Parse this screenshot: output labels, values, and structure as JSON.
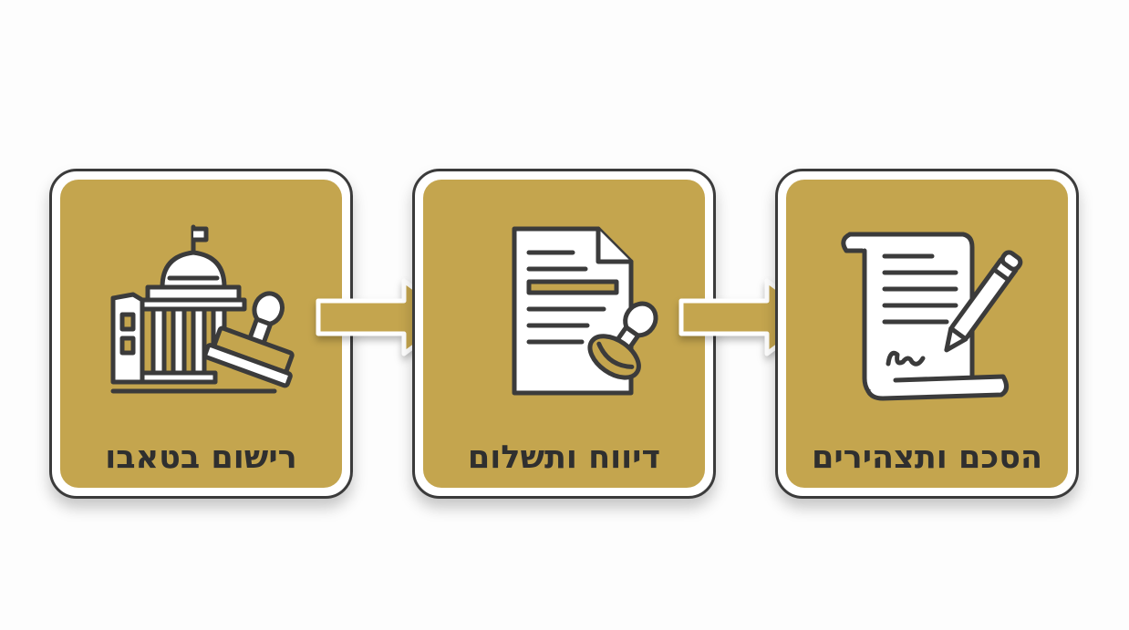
{
  "steps": [
    {
      "label": "הסכם ותצהירים",
      "icon": "signed-contract-scroll-icon"
    },
    {
      "label": "דיווח ותשלום",
      "icon": "stamped-document-icon"
    },
    {
      "label": "רישום בטאבו",
      "icon": "land-registry-building-stamp-icon"
    }
  ],
  "arrows": [
    {
      "icon": "arrow-right-icon"
    },
    {
      "icon": "arrow-right-icon"
    }
  ],
  "colors": {
    "card_fill": "#c4a54e",
    "outline": "#3b3b3b",
    "paper": "#ffffff",
    "arrow_fill": "#c4a54e"
  }
}
